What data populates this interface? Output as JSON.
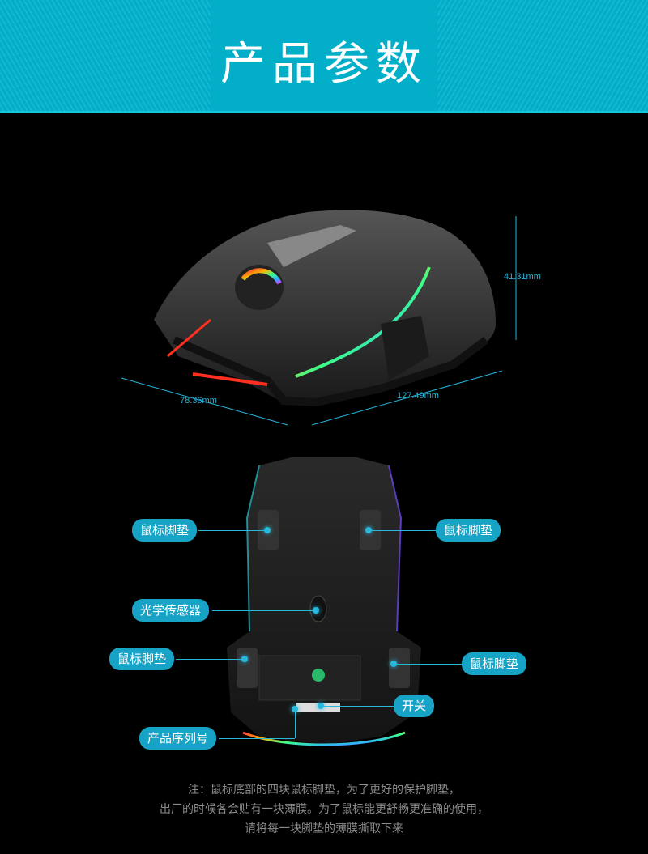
{
  "header": {
    "title": "产品参数"
  },
  "dimensions": {
    "height": "41.31mm",
    "width": "78.36mm",
    "length": "127.49mm"
  },
  "callouts": {
    "feet_top_left": "鼠标脚垫",
    "feet_top_right": "鼠标脚垫",
    "sensor": "光学传感器",
    "feet_bottom_left": "鼠标脚垫",
    "feet_bottom_right": "鼠标脚垫",
    "switch": "开关",
    "serial": "产品序列号"
  },
  "note": {
    "line1": "注：鼠标底部的四块鼠标脚垫，为了更好的保护脚垫，",
    "line2": "出厂的时候各会贴有一块薄膜。为了鼠标能更舒畅更准确的使用，",
    "line3": "请将每一块脚垫的薄膜撕取下来"
  },
  "accent": "#17a3c6"
}
